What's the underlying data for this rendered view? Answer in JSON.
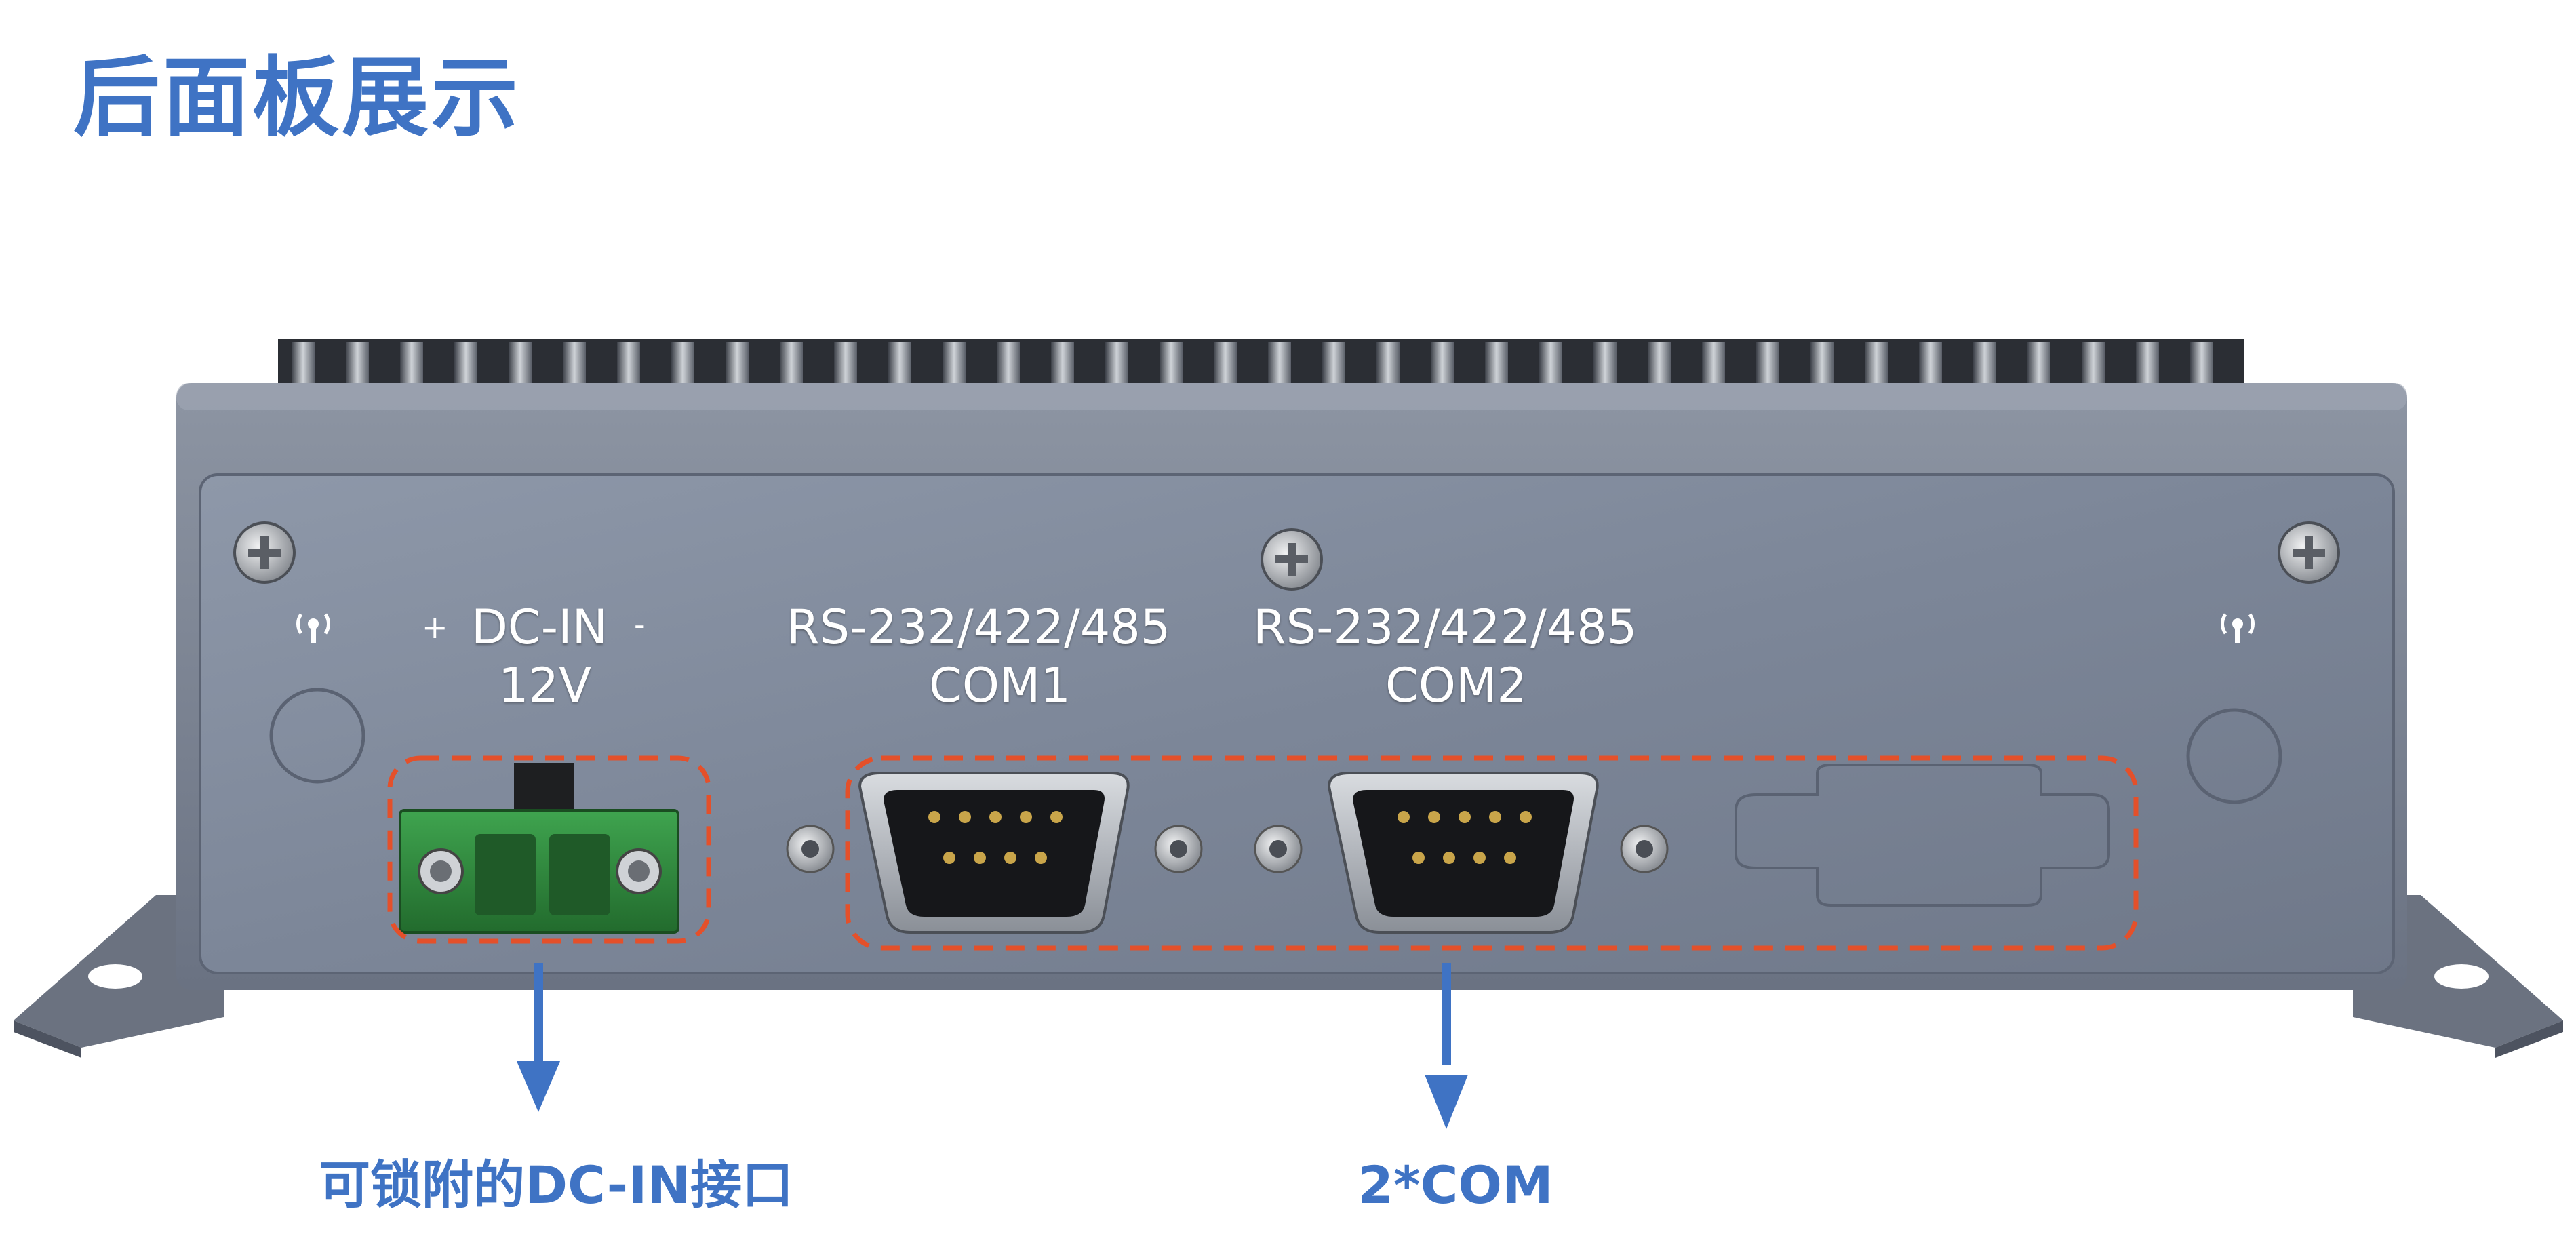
{
  "title": "后面板展示",
  "panel": {
    "dc_in": {
      "plus": "+",
      "label": "DC-IN",
      "minus": "-",
      "voltage": "12V"
    },
    "com1": {
      "standard": "RS-232/422/485",
      "name": "COM1"
    },
    "com2": {
      "standard": "RS-232/422/485",
      "name": "COM2"
    }
  },
  "callouts": {
    "dc_in": "可锁附的DC-IN接口",
    "com": "2*COM"
  },
  "colors": {
    "accent_blue": "#3f73c4",
    "highlight_dash": "#e4502a",
    "chassis": "#7d8593",
    "connector_green": "#2f8a3c"
  },
  "icons": [
    "antenna-icon",
    "antenna-icon"
  ]
}
